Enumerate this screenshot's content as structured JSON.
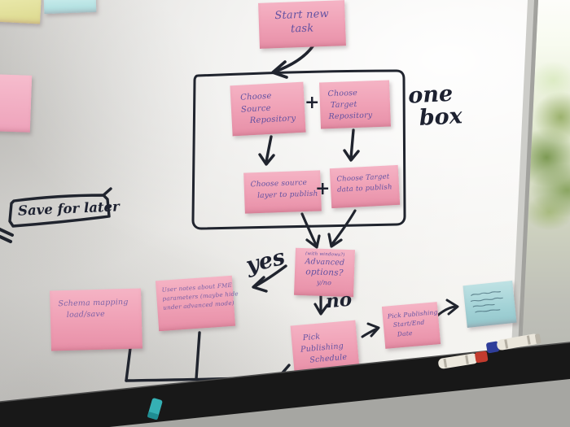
{
  "scene": {
    "type": "photo of a whiteboard flowchart made of sticky notes",
    "board_color": "#ededea",
    "ink_color": "#20242e",
    "note_ink_color": "#6052a5",
    "pink_note_color": "#ef9fb4",
    "blue_note_color": "#a9d6da"
  },
  "annotations": {
    "one_box_line1": "one",
    "one_box_line2": "box",
    "yes": "yes",
    "no": "no",
    "save_for_later": "Save for later",
    "plus": "+"
  },
  "notes": {
    "start": {
      "lines": [
        "Start new",
        "task"
      ]
    },
    "source_repo": {
      "lines": [
        "Choose",
        "Source",
        "Repository"
      ]
    },
    "target_repo": {
      "lines": [
        "Choose",
        "Target",
        "Repository"
      ]
    },
    "source_layer": {
      "lines": [
        "Choose source",
        "layer to publish"
      ]
    },
    "target_data": {
      "lines": [
        "Choose Target",
        "data to publish"
      ]
    },
    "advanced": {
      "lines": [
        "(with windows?)",
        "Advanced",
        "options?",
        "y/no"
      ]
    },
    "schema": {
      "lines": [
        "Schema mapping",
        "load/save"
      ]
    },
    "fme": {
      "lines": [
        "User notes about FME",
        "parameters (maybe hide",
        "under advanced mode)"
      ]
    },
    "schedule": {
      "lines": [
        "Pick",
        "Publishing",
        "Schedule"
      ]
    },
    "dates": {
      "lines": [
        "Pick Publishing",
        "Start/End",
        "Date"
      ]
    },
    "blue": {
      "content": "illegible handwriting"
    }
  },
  "objects": {
    "tray": "black marker tray",
    "markers": [
      "red-cap marker",
      "blue-cap marker",
      "teal marker"
    ],
    "window": "window with green foliage"
  }
}
